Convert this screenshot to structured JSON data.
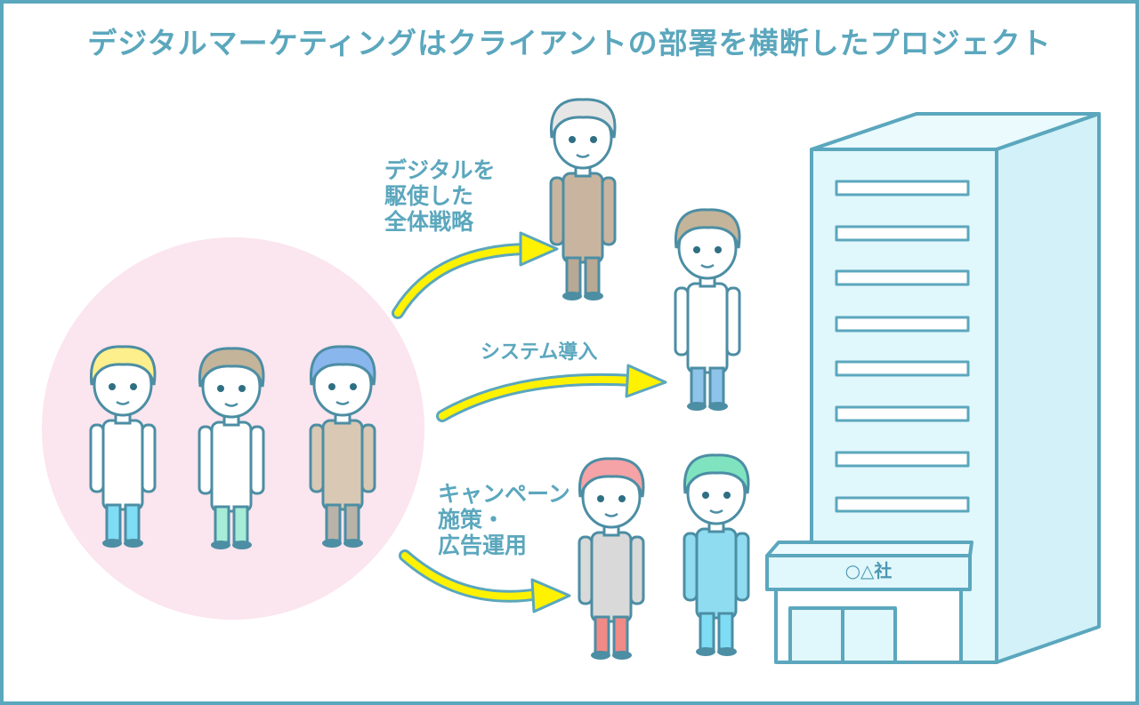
{
  "title": "デジタルマーケティングはクライアントの部署を横断したプロジェクト",
  "labels": {
    "strategy": "デジタルを\n駆使した\n全体戦略",
    "system": "システム導入",
    "campaign": "キャンペーン\n施策・\n広告運用"
  },
  "building_sign": "○△社",
  "colors": {
    "outline": "#5ba7bd",
    "arrow": "#fff200",
    "circle": "#fbe5ee",
    "building": "#e0f7fc"
  }
}
